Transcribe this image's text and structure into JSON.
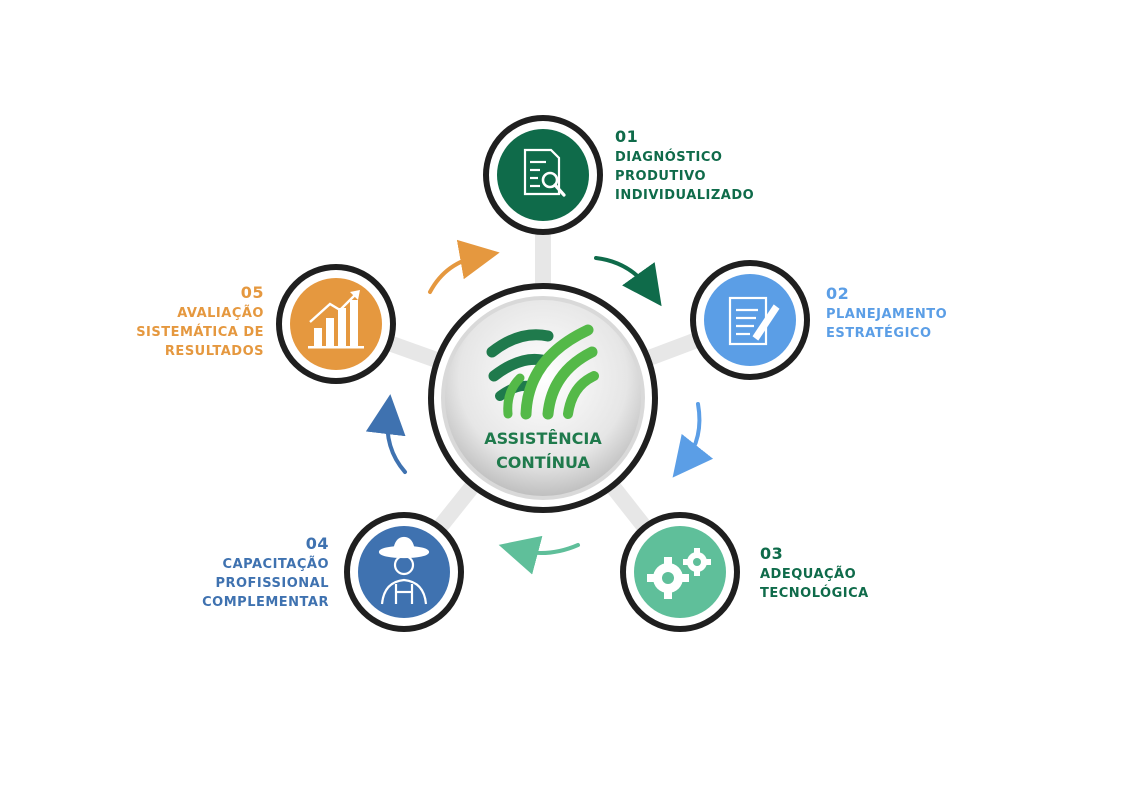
{
  "center": {
    "title_line1": "ASSISTÊNCIA",
    "title_line2": "CONTÍNUA",
    "color": "#1f7a4c"
  },
  "steps": [
    {
      "number": "01",
      "lines": [
        "DIAGNÓSTICO",
        "PRODUTIVO",
        "INDIVIDUALIZADO"
      ],
      "color": "#0f6b4a",
      "icon": "document-search-icon"
    },
    {
      "number": "02",
      "lines": [
        "PLANEJAMENTO",
        "ESTRATÉGICO"
      ],
      "color": "#5b9ee6",
      "icon": "document-pen-icon"
    },
    {
      "number": "03",
      "lines": [
        "ADEQUAÇÃO",
        "TECNOLÓGICA"
      ],
      "color": "#5fbf9a",
      "icon": "gears-icon"
    },
    {
      "number": "04",
      "lines": [
        "CAPACITAÇÃO",
        "PROFISSIONAL",
        "COMPLEMENTAR"
      ],
      "color": "#3f72b0",
      "icon": "farmer-icon"
    },
    {
      "number": "05",
      "lines": [
        "AVALIAÇÃO",
        "SISTEMÁTICA DE",
        "RESULTADOS"
      ],
      "color": "#e5983f",
      "icon": "growth-chart-icon"
    }
  ],
  "text_colors": {
    "s1": "#0f6b4a",
    "s2": "#5b9ee6",
    "s3": "#0f6b4a",
    "s4": "#3f72b0",
    "s5": "#e5983f"
  }
}
